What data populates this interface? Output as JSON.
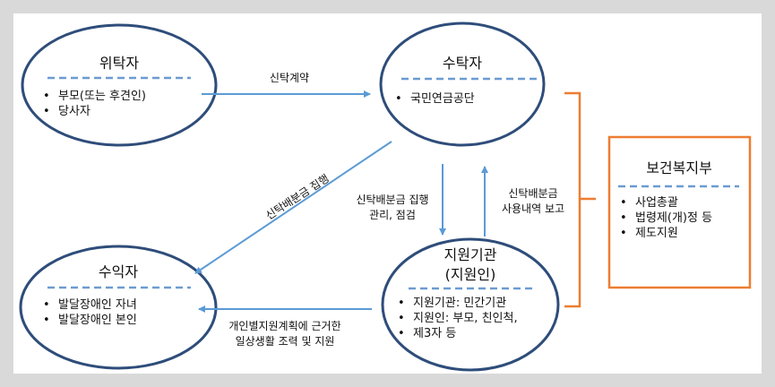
{
  "nodes": {
    "trustor": {
      "title": "위탁자",
      "items": [
        "부모(또는 후견인)",
        "당사자"
      ]
    },
    "trustee": {
      "title": "수탁자",
      "items": [
        "국민연금공단"
      ]
    },
    "beneficiary": {
      "title": "수익자",
      "items": [
        "발달장애인 자녀",
        "발달장애인 본인"
      ]
    },
    "support_agency": {
      "title_line1": "지원기관",
      "title_line2": "(지원인)",
      "items": [
        "지원기관: 민간기관",
        "지원인: 부모, 친인척,",
        "제3자 등"
      ]
    },
    "ministry": {
      "title": "보건복지부",
      "items": [
        "사업총괄",
        "법령제(개)정 등",
        "제도지원"
      ]
    }
  },
  "edges": {
    "trust_contract": "신탁계약",
    "trust_dist_exec": "신탁배분금 집행",
    "manage_line1": "신탁배분금 집행",
    "manage_line2": "관리, 점검",
    "report_line1": "신탁배분금",
    "report_line2": "사용내역 보고",
    "support_line1": "개인별지원계획에 근거한",
    "support_line2": "일상생활 조력 및 지원"
  },
  "colors": {
    "ellipse_stroke": "#2e4d7a",
    "dash": "#6b9bd1",
    "arrow": "#5b9bd5",
    "orange": "#ed7d31"
  }
}
